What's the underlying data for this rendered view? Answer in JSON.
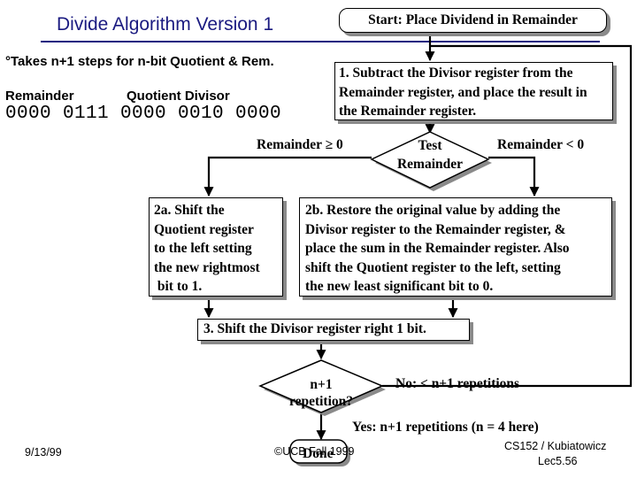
{
  "slide": {
    "title": "Divide Algorithm Version 1",
    "bullet": "°Takes n+1 steps for n-bit Quotient & Rem.",
    "register_labels": {
      "remainder": "Remainder",
      "quotient_divisor": "Quotient Divisor"
    },
    "register_values": "0000 0111 0000 0010 0000"
  },
  "flowchart": {
    "start": "Start: Place Dividend in Remainder",
    "step1": "1. Subtract the Divisor register from the Remainder register, and place the result in the Remainder register.",
    "test_line1": "Test",
    "test_line2": "Remainder",
    "branch_ge": "Remainder ≥ 0",
    "branch_lt": "Remainder < 0",
    "step2a": "2a. Shift the\nQuotient register\nto the left setting\nthe new rightmost\n bit to 1.",
    "step2b": "2b. Restore the original value by adding the\nDivisor register to the Remainder register, &\nplace the sum in the Remainder register. Also\nshift the Quotient register to the left, setting\nthe new least significant bit to 0.",
    "step3": "3. Shift the Divisor register right 1 bit.",
    "repeat_line1": "n+1",
    "repeat_line2": "repetition?",
    "no_label": "No: < n+1 repetitions",
    "yes_label": "Yes: n+1 repetitions (n = 4 here)",
    "done": "Done"
  },
  "footer": {
    "date": "9/13/99",
    "copyright": "©UCB Fall 1999",
    "course": "CS152 / Kubiatowicz",
    "lecture": "Lec5.56"
  },
  "colors": {
    "title": "#1a1a80",
    "text": "#000000",
    "shadow": "#8a8a8a"
  }
}
